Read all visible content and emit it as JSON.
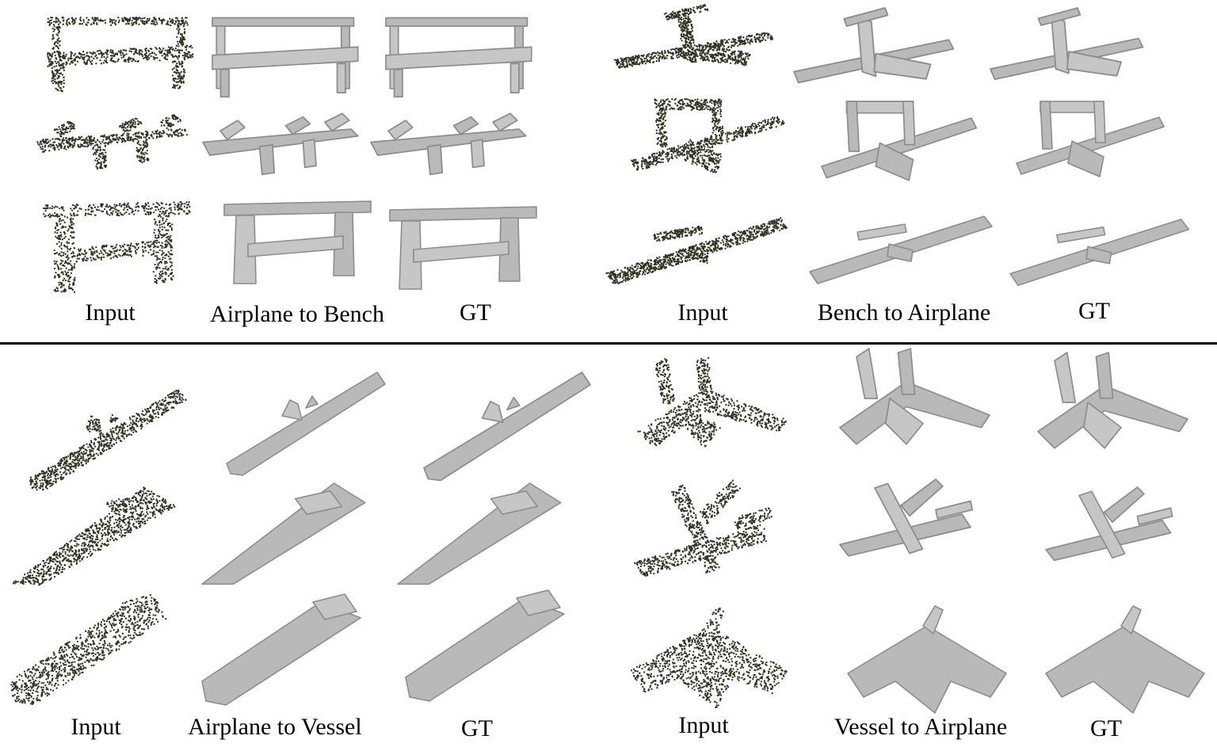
{
  "figure": {
    "panels": [
      {
        "id": "top-left",
        "captions": {
          "input": "Input",
          "transfer": "Airplane to Bench",
          "gt": "GT"
        },
        "source_class": "airplane",
        "target_class": "bench"
      },
      {
        "id": "top-right",
        "captions": {
          "input": "Input",
          "transfer": "Bench to Airplane",
          "gt": "GT"
        },
        "source_class": "bench",
        "target_class": "airplane"
      },
      {
        "id": "bottom-left",
        "captions": {
          "input": "Input",
          "transfer": "Airplane to Vessel",
          "gt": "GT"
        },
        "source_class": "airplane",
        "target_class": "vessel"
      },
      {
        "id": "bottom-right",
        "captions": {
          "input": "Input",
          "transfer": "Vessel to Airplane",
          "gt": "GT"
        },
        "source_class": "vessel",
        "target_class": "airplane"
      }
    ],
    "colors": {
      "points": "#2f3320",
      "mesh": "#b9b9b9",
      "mesh_shade": "#8c8c8c",
      "divider": "#000000"
    }
  }
}
